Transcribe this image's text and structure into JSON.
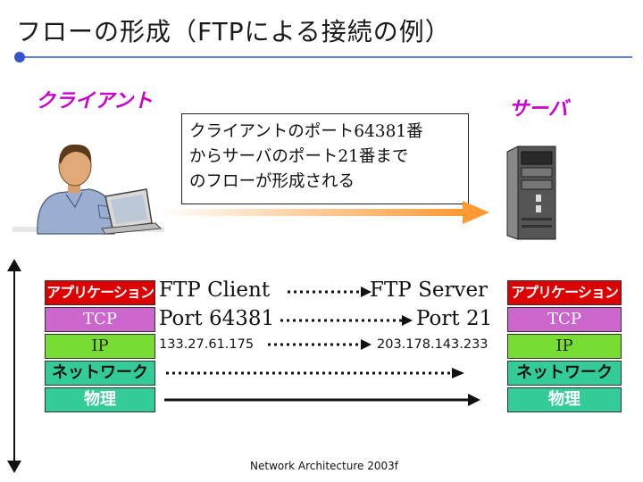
{
  "title": "フローの形成（FTPによる接続の例）",
  "client_label": "クライアント",
  "server_label": "サーバ",
  "callout_lines": [
    "クライアントのポート64381番",
    "からサーバのポート21番まで",
    "のフローが形成される"
  ],
  "client_stack": [
    "アプリケーション",
    "TCP",
    "IP",
    "ネットワーク",
    "物理"
  ],
  "server_stack": [
    "アプリケーション",
    "TCP",
    "IP",
    "ネットワーク",
    "物理"
  ],
  "client_app": "FTP Client",
  "client_port": "Port 64381",
  "client_ip": "133.27.61.175",
  "server_app": "FTP Server",
  "server_port": "Port 21",
  "server_ip": "203.178.143.233",
  "footer": "Network Architecture 2003f",
  "colors": {
    "accent_magenta": "#cc00cc",
    "application_layer": "#dd0000",
    "tcp_layer": "#cc66cc",
    "ip_layer": "#77dd33",
    "network_layer": "#33cc99",
    "flow_arrow": "#ff9933",
    "title_rule": "#3355cc"
  },
  "icons": [
    "person-at-laptop-icon",
    "server-tower-icon"
  ]
}
